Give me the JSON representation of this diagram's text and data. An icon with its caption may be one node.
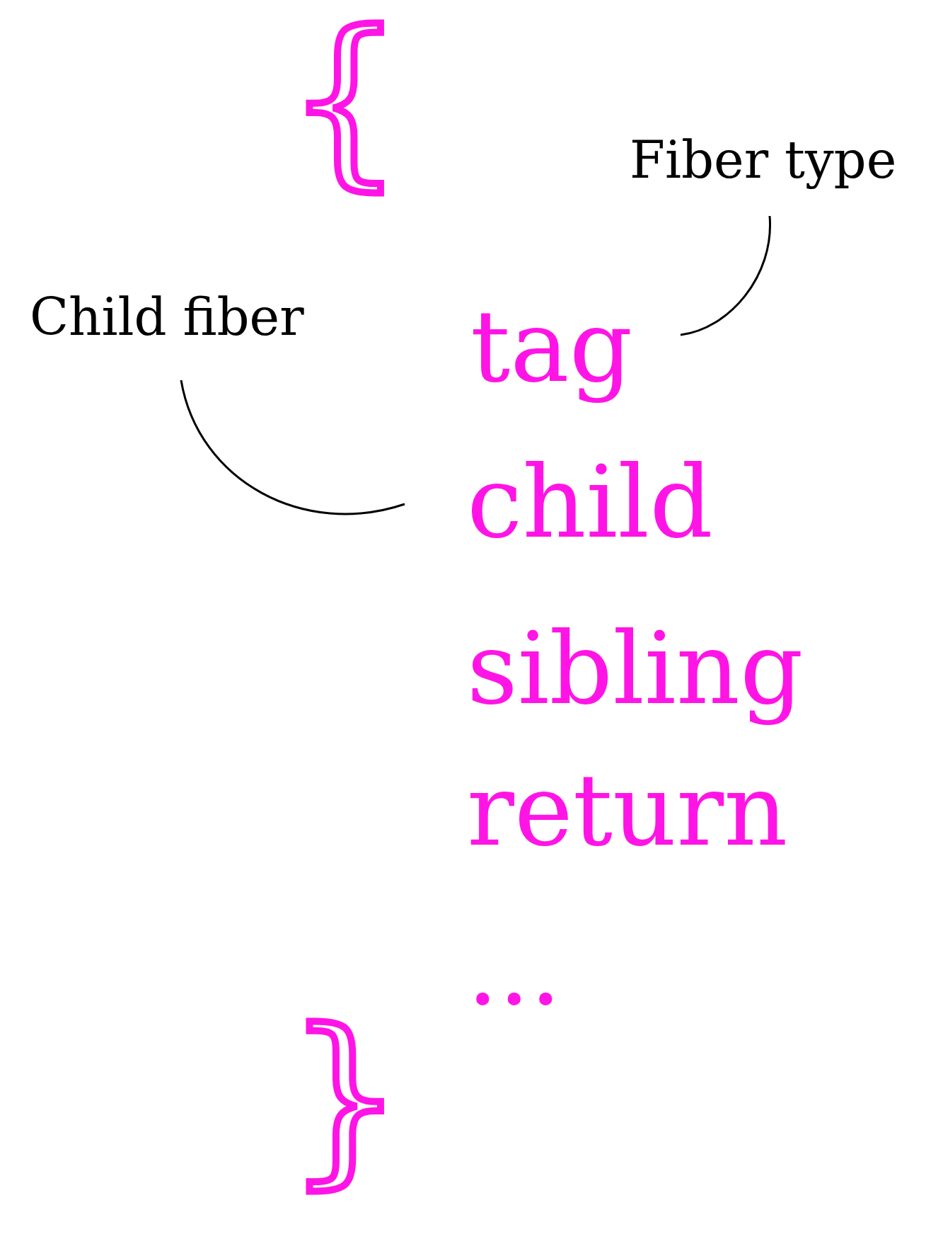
{
  "diagram": {
    "nodes": [
      {
        "text": [
          "Fiber type"
        ]
      },
      {
        "text": [
          "tag"
        ]
      },
      {
        "text": [
          "Child fiber"
        ]
      },
      {
        "text": [
          "child"
        ]
      }
    ],
    "edges": [
      {
        "from": 0,
        "to": 1,
        "arrow": "none"
      },
      {
        "from": 2,
        "to": 3,
        "arrow": "none"
      }
    ],
    "labels": [
      "{",
      "sibling",
      "return",
      "...",
      "}"
    ]
  }
}
